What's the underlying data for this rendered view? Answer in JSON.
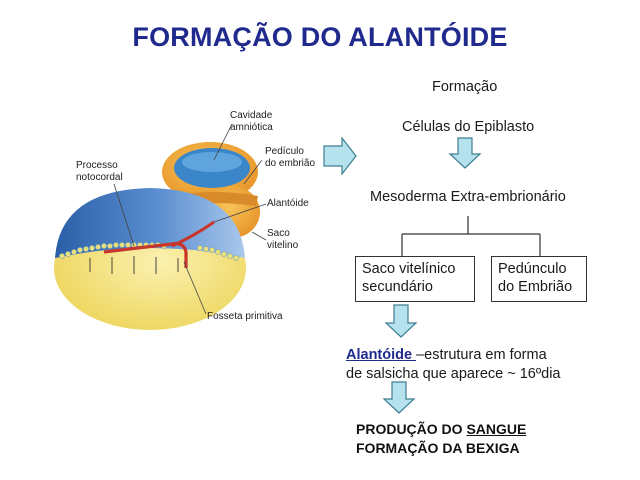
{
  "title": "FORMAÇÃO DO ALANTÓIDE",
  "embryo_labels": {
    "cavidade": "Cavidade\namniótica",
    "pediculo": "Pedículo\ndo embrião",
    "processo": "Processo\nnotocordal",
    "alantoide": "Alantóide",
    "saco": "Saco\nvitelino",
    "fosseta": "Fosseta primitiva"
  },
  "flow": {
    "heading": "Formação",
    "epiblasto": "Células do Epiblasto",
    "mesoderma": "Mesoderma Extra-embrionário",
    "box_left": "Saco vitelínico\nsecundário",
    "box_right": "Pedúnculo\ndo Embrião",
    "alantoide_word": "Alantóide ",
    "alantoide_rest_line1": "–estrutura em forma",
    "alantoide_line2": "de salsicha que aparece ~ 16ºdia",
    "producao_prefix": "PRODUÇÃO DO ",
    "producao_underlined": "SANGUE",
    "formacao_bexiga": "FORMAÇÃO DA BEXIGA"
  },
  "colors": {
    "title": "#1f2a8c",
    "arrow_fill": "#b6e2ee",
    "arrow_stroke": "#3e7f94",
    "ectoderm_blue": "#2f6fb5",
    "yolk_yellow": "#f3e27a",
    "amnion_orange": "#f2a33a",
    "allantois_red": "#c8352b"
  }
}
